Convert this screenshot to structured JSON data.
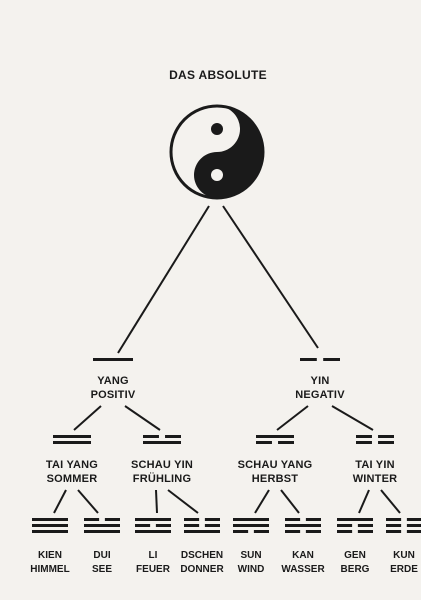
{
  "title": "DAS ABSOLUTE",
  "level1": [
    {
      "line1": "YANG",
      "line2": "POSITIV",
      "lines": [
        "solid"
      ]
    },
    {
      "line1": "YIN",
      "line2": "NEGATIV",
      "lines": [
        "broken"
      ]
    }
  ],
  "level2": [
    {
      "line1": "TAI YANG",
      "line2": "SOMMER",
      "lines": [
        "solid",
        "solid"
      ]
    },
    {
      "line1": "SCHAU YIN",
      "line2": "FRÜHLING",
      "lines": [
        "broken",
        "solid"
      ]
    },
    {
      "line1": "SCHAU YANG",
      "line2": "HERBST",
      "lines": [
        "solid",
        "broken"
      ]
    },
    {
      "line1": "TAI YIN",
      "line2": "WINTER",
      "lines": [
        "broken",
        "broken"
      ]
    }
  ],
  "level3": [
    {
      "line1": "KIEN",
      "line2": "HIMMEL",
      "lines": [
        "solid",
        "solid",
        "solid"
      ]
    },
    {
      "line1": "DUI",
      "line2": "SEE",
      "lines": [
        "broken",
        "solid",
        "solid"
      ]
    },
    {
      "line1": "LI",
      "line2": "FEUER",
      "lines": [
        "solid",
        "broken",
        "solid"
      ]
    },
    {
      "line1": "DSCHEN",
      "line2": "DONNER",
      "lines": [
        "broken",
        "broken",
        "solid"
      ]
    },
    {
      "line1": "SUN",
      "line2": "WIND",
      "lines": [
        "solid",
        "solid",
        "broken"
      ]
    },
    {
      "line1": "KAN",
      "line2": "WASSER",
      "lines": [
        "broken",
        "solid",
        "broken"
      ]
    },
    {
      "line1": "GEN",
      "line2": "BERG",
      "lines": [
        "solid",
        "broken",
        "broken"
      ]
    },
    {
      "line1": "KUN",
      "line2": "ERDE",
      "lines": [
        "broken",
        "broken",
        "broken"
      ]
    }
  ]
}
